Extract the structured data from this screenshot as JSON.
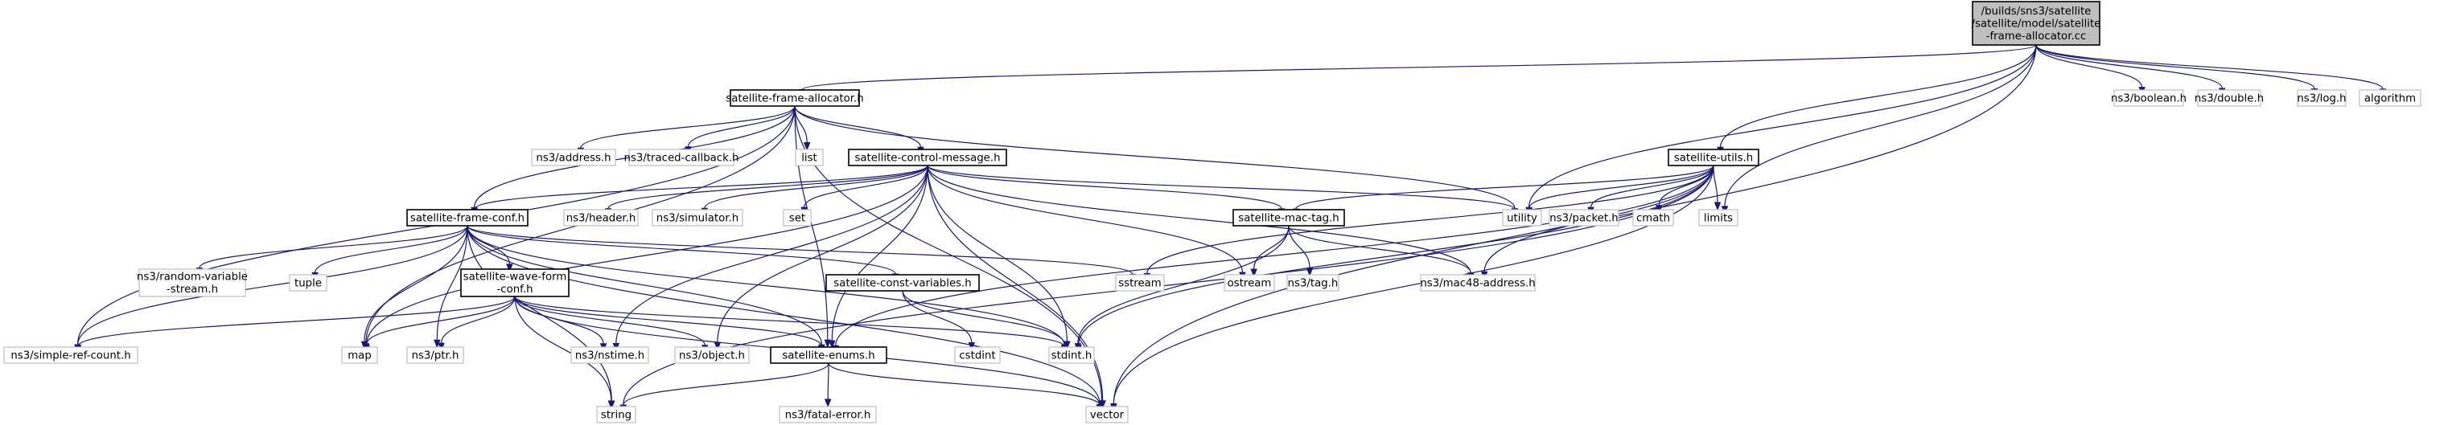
{
  "diagram": {
    "nodes": [
      {
        "id": "root",
        "lines": [
          "/builds/sns3/satellite",
          "/satellite/model/satellite",
          "-frame-allocator.cc"
        ],
        "kind": "root"
      },
      {
        "id": "sfa",
        "lines": [
          "satellite-frame-allocator.h"
        ],
        "kind": "doc"
      },
      {
        "id": "boolean",
        "lines": [
          "ns3/boolean.h"
        ],
        "kind": "ext"
      },
      {
        "id": "double",
        "lines": [
          "ns3/double.h"
        ],
        "kind": "ext"
      },
      {
        "id": "log",
        "lines": [
          "ns3/log.h"
        ],
        "kind": "ext"
      },
      {
        "id": "algorithm",
        "lines": [
          "algorithm"
        ],
        "kind": "ext"
      },
      {
        "id": "utils",
        "lines": [
          "satellite-utils.h"
        ],
        "kind": "doc"
      },
      {
        "id": "address",
        "lines": [
          "ns3/address.h"
        ],
        "kind": "ext"
      },
      {
        "id": "traced",
        "lines": [
          "ns3/traced-callback.h"
        ],
        "kind": "ext"
      },
      {
        "id": "list",
        "lines": [
          "list"
        ],
        "kind": "ext"
      },
      {
        "id": "scm",
        "lines": [
          "satellite-control-message.h"
        ],
        "kind": "doc"
      },
      {
        "id": "sfc",
        "lines": [
          "satellite-frame-conf.h"
        ],
        "kind": "doc"
      },
      {
        "id": "header",
        "lines": [
          "ns3/header.h"
        ],
        "kind": "ext"
      },
      {
        "id": "simulator",
        "lines": [
          "ns3/simulator.h"
        ],
        "kind": "ext"
      },
      {
        "id": "set",
        "lines": [
          "set"
        ],
        "kind": "ext"
      },
      {
        "id": "smt",
        "lines": [
          "satellite-mac-tag.h"
        ],
        "kind": "doc"
      },
      {
        "id": "utility",
        "lines": [
          "utility"
        ],
        "kind": "ext"
      },
      {
        "id": "packet",
        "lines": [
          "ns3/packet.h"
        ],
        "kind": "ext"
      },
      {
        "id": "cmath",
        "lines": [
          "cmath"
        ],
        "kind": "ext"
      },
      {
        "id": "limits",
        "lines": [
          "limits"
        ],
        "kind": "ext"
      },
      {
        "id": "rvs",
        "lines": [
          "ns3/random-variable",
          "-stream.h"
        ],
        "kind": "ext"
      },
      {
        "id": "tuple",
        "lines": [
          "tuple"
        ],
        "kind": "ext"
      },
      {
        "id": "swfc",
        "lines": [
          "satellite-wave-form",
          "-conf.h"
        ],
        "kind": "doc"
      },
      {
        "id": "scv",
        "lines": [
          "satellite-const-variables.h"
        ],
        "kind": "doc"
      },
      {
        "id": "sstream",
        "lines": [
          "sstream"
        ],
        "kind": "ext"
      },
      {
        "id": "ostream",
        "lines": [
          "ostream"
        ],
        "kind": "ext"
      },
      {
        "id": "tag",
        "lines": [
          "ns3/tag.h"
        ],
        "kind": "ext"
      },
      {
        "id": "mac48",
        "lines": [
          "ns3/mac48-address.h"
        ],
        "kind": "ext"
      },
      {
        "id": "src",
        "lines": [
          "ns3/simple-ref-count.h"
        ],
        "kind": "ext"
      },
      {
        "id": "map",
        "lines": [
          "map"
        ],
        "kind": "ext"
      },
      {
        "id": "ptr",
        "lines": [
          "ns3/ptr.h"
        ],
        "kind": "ext"
      },
      {
        "id": "nstime",
        "lines": [
          "ns3/nstime.h"
        ],
        "kind": "ext"
      },
      {
        "id": "object",
        "lines": [
          "ns3/object.h"
        ],
        "kind": "ext"
      },
      {
        "id": "enums",
        "lines": [
          "satellite-enums.h"
        ],
        "kind": "doc"
      },
      {
        "id": "cstdint",
        "lines": [
          "cstdint"
        ],
        "kind": "ext"
      },
      {
        "id": "stdint",
        "lines": [
          "stdint.h"
        ],
        "kind": "ext"
      },
      {
        "id": "string",
        "lines": [
          "string"
        ],
        "kind": "ext"
      },
      {
        "id": "fatal",
        "lines": [
          "ns3/fatal-error.h"
        ],
        "kind": "ext"
      },
      {
        "id": "vector",
        "lines": [
          "vector"
        ],
        "kind": "ext"
      }
    ],
    "edges": [
      [
        "root",
        "sfa"
      ],
      [
        "root",
        "boolean"
      ],
      [
        "root",
        "double"
      ],
      [
        "root",
        "log"
      ],
      [
        "root",
        "algorithm"
      ],
      [
        "root",
        "utils"
      ],
      [
        "root",
        "utility"
      ],
      [
        "root",
        "limits"
      ],
      [
        "root",
        "vector"
      ],
      [
        "sfa",
        "address"
      ],
      [
        "sfa",
        "traced"
      ],
      [
        "sfa",
        "list"
      ],
      [
        "sfa",
        "scm"
      ],
      [
        "sfa",
        "sfc"
      ],
      [
        "sfa",
        "utility"
      ],
      [
        "sfa",
        "src"
      ],
      [
        "sfa",
        "map"
      ],
      [
        "sfa",
        "enums"
      ],
      [
        "sfa",
        "vector"
      ],
      [
        "scm",
        "header"
      ],
      [
        "scm",
        "simulator"
      ],
      [
        "scm",
        "set"
      ],
      [
        "scm",
        "sfc"
      ],
      [
        "scm",
        "smt"
      ],
      [
        "scm",
        "utility"
      ],
      [
        "scm",
        "map"
      ],
      [
        "scm",
        "ostream"
      ],
      [
        "scm",
        "mac48"
      ],
      [
        "scm",
        "nstime"
      ],
      [
        "scm",
        "object"
      ],
      [
        "scm",
        "enums"
      ],
      [
        "scm",
        "stdint"
      ],
      [
        "scm",
        "vector"
      ],
      [
        "sfc",
        "rvs"
      ],
      [
        "sfc",
        "tuple"
      ],
      [
        "sfc",
        "swfc"
      ],
      [
        "sfc",
        "scv"
      ],
      [
        "sfc",
        "sstream"
      ],
      [
        "sfc",
        "src"
      ],
      [
        "sfc",
        "map"
      ],
      [
        "sfc",
        "ptr"
      ],
      [
        "sfc",
        "string"
      ],
      [
        "sfc",
        "enums"
      ],
      [
        "sfc",
        "stdint"
      ],
      [
        "sfc",
        "vector"
      ],
      [
        "swfc",
        "src"
      ],
      [
        "swfc",
        "map"
      ],
      [
        "swfc",
        "ptr"
      ],
      [
        "swfc",
        "nstime"
      ],
      [
        "swfc",
        "object"
      ],
      [
        "swfc",
        "enums"
      ],
      [
        "swfc",
        "stdint"
      ],
      [
        "swfc",
        "string"
      ],
      [
        "swfc",
        "vector"
      ],
      [
        "utils",
        "smt"
      ],
      [
        "utils",
        "utility"
      ],
      [
        "utils",
        "packet"
      ],
      [
        "utils",
        "cmath"
      ],
      [
        "utils",
        "limits"
      ],
      [
        "utils",
        "sstream"
      ],
      [
        "utils",
        "mac48"
      ],
      [
        "utils",
        "enums"
      ],
      [
        "utils",
        "stdint"
      ],
      [
        "utils",
        "string"
      ],
      [
        "utils",
        "vector"
      ],
      [
        "smt",
        "ostream"
      ],
      [
        "smt",
        "tag"
      ],
      [
        "smt",
        "mac48"
      ],
      [
        "smt",
        "stdint"
      ],
      [
        "scv",
        "cstdint"
      ],
      [
        "scv",
        "stdint"
      ],
      [
        "enums",
        "string"
      ],
      [
        "enums",
        "fatal"
      ],
      [
        "enums",
        "vector"
      ]
    ]
  }
}
